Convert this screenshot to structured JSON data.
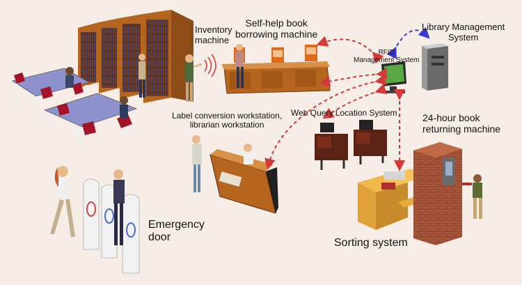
{
  "labels": {
    "inventory_machine": "Inventory\nmachine",
    "self_help_borrowing": "Self-help book\nborrowing machine",
    "rfid_system": "RFID\nManagement System",
    "library_management": "Library Management\nSystem",
    "web_query": "Web Query Location System",
    "label_conversion": "Label conversion workstation,\nlibrarian workstation",
    "returning_machine": "24-hour book\nreturning machine",
    "emergency_door": "Emergency\ndoor",
    "sorting_system": "Sorting system"
  },
  "colors": {
    "background": "#f6eee6",
    "red_link": "#d43a3a",
    "blue_link": "#3b3ad0",
    "wood": "#b5651d",
    "brick": "#a8553a"
  }
}
